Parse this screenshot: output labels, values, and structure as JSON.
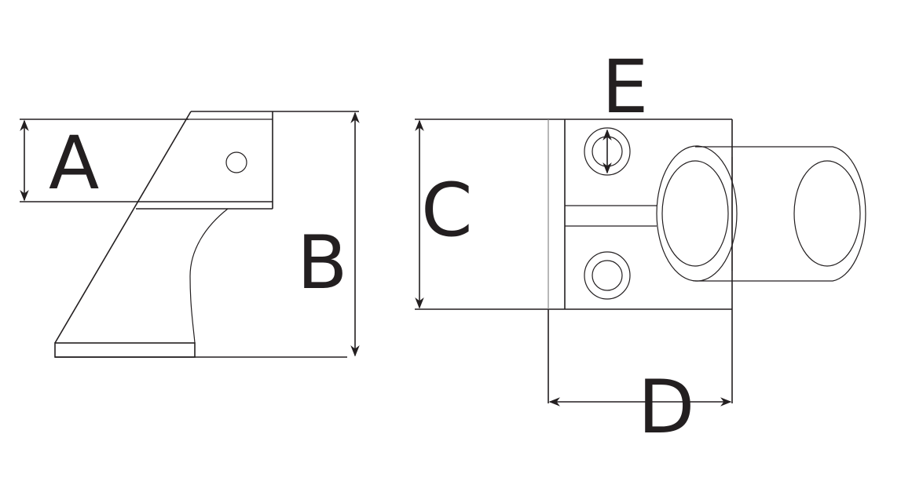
{
  "labels": {
    "a": "A",
    "b": "B",
    "c": "C",
    "d": "D",
    "e": "E"
  },
  "colors": {
    "line": "#231f20",
    "background": "#ffffff"
  }
}
